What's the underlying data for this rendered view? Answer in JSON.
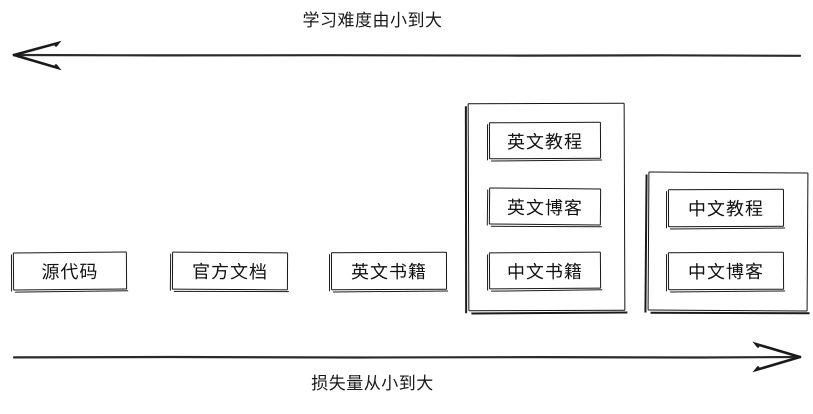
{
  "diagram": {
    "title_top": "学习难度由小到大",
    "title_bottom": "损失量从小到大",
    "top_axis": {
      "label": "学习难度由小到大",
      "direction": "left",
      "arrow_name": "left-arrow-icon"
    },
    "bottom_axis": {
      "label": "损失量从小到大",
      "direction": "right",
      "arrow_name": "right-arrow-icon"
    },
    "nodes": [
      {
        "id": "source-code",
        "label": "源代码"
      },
      {
        "id": "official-docs",
        "label": "官方文档"
      },
      {
        "id": "english-books",
        "label": "英文书籍"
      }
    ],
    "groups": [
      {
        "id": "group-english-tier",
        "items": [
          {
            "id": "english-tutorial",
            "label": "英文教程"
          },
          {
            "id": "english-blog",
            "label": "英文博客"
          },
          {
            "id": "chinese-books",
            "label": "中文书籍"
          }
        ]
      },
      {
        "id": "group-chinese-tier",
        "items": [
          {
            "id": "chinese-tutorial",
            "label": "中文教程"
          },
          {
            "id": "chinese-blog",
            "label": "中文博客"
          }
        ]
      }
    ],
    "colors": {
      "stroke": "#161616",
      "text": "#111111",
      "background": "#ffffff"
    }
  }
}
